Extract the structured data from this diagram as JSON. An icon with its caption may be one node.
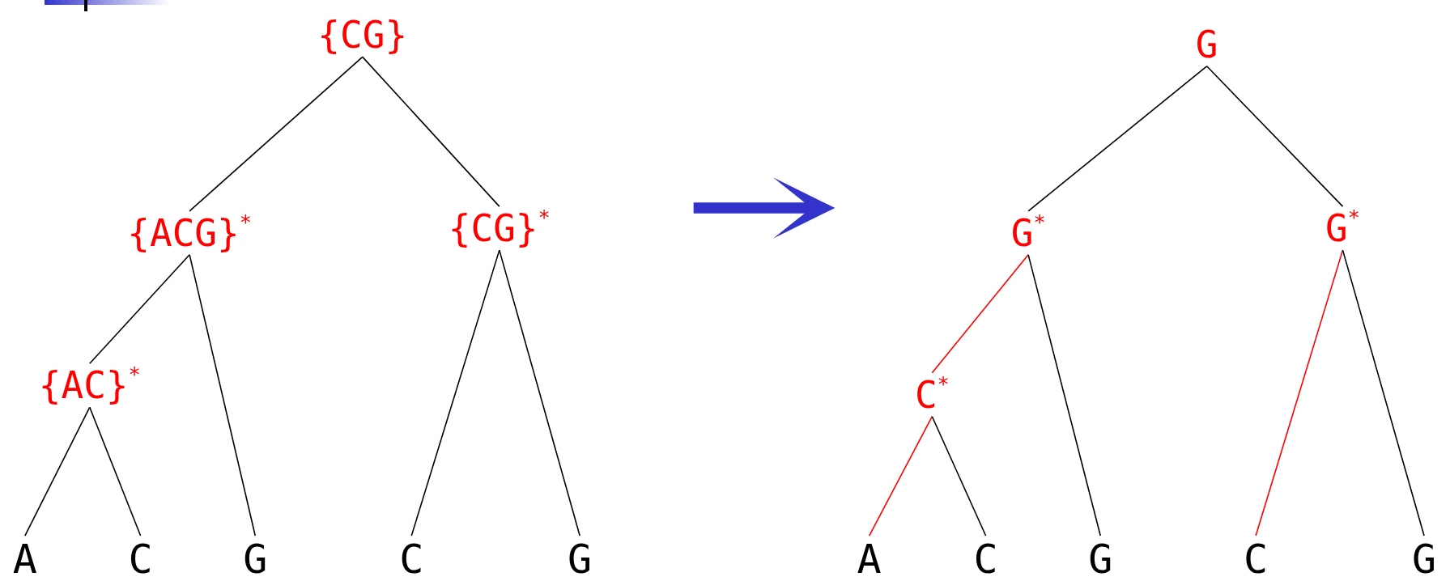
{
  "diagram": {
    "nodes": [
      {
        "text": [
          "{CG}"
        ]
      },
      {
        "text": [
          "{ACG}$^{*}$"
        ]
      },
      {
        "text": [
          "{CG}$^{*}$"
        ]
      },
      {
        "text": [
          "{AC}$^{*}$"
        ]
      },
      {
        "text": [
          "A"
        ]
      },
      {
        "text": [
          "C"
        ]
      },
      {
        "text": [
          "G"
        ]
      },
      {
        "text": [
          "C"
        ]
      },
      {
        "text": [
          "G"
        ]
      },
      {
        "text": [
          "G"
        ]
      },
      {
        "text": [
          "G$^{*}$"
        ]
      },
      {
        "text": [
          "G$^{*}$"
        ]
      },
      {
        "text": [
          "C$^{*}$"
        ]
      },
      {
        "text": [
          "A"
        ]
      },
      {
        "text": [
          "C"
        ]
      },
      {
        "text": [
          "G"
        ]
      },
      {
        "text": [
          "C"
        ]
      },
      {
        "text": [
          "G"
        ]
      }
    ],
    "edges": [
      {
        "from": 0,
        "to": 1,
        "arrow": "none"
      },
      {
        "from": 0,
        "to": 2,
        "arrow": "none"
      },
      {
        "from": 1,
        "to": 3,
        "arrow": "none"
      },
      {
        "from": 1,
        "to": 6,
        "arrow": "none"
      },
      {
        "from": 2,
        "to": 7,
        "arrow": "none"
      },
      {
        "from": 2,
        "to": 8,
        "arrow": "none"
      },
      {
        "from": 3,
        "to": 4,
        "arrow": "none"
      },
      {
        "from": 3,
        "to": 5,
        "arrow": "none"
      },
      {
        "from": 9,
        "to": 10,
        "arrow": "none"
      },
      {
        "from": 9,
        "to": 11,
        "arrow": "none"
      },
      {
        "from": 10,
        "to": 12,
        "arrow": "none",
        "color": "#ff0000"
      },
      {
        "from": 10,
        "to": 15,
        "arrow": "none"
      },
      {
        "from": 11,
        "to": 16,
        "arrow": "none",
        "color": "#ff0000"
      },
      {
        "from": 11,
        "to": 17,
        "arrow": "none"
      },
      {
        "from": 12,
        "to": 13,
        "arrow": "none",
        "color": "#ff0000"
      },
      {
        "from": 12,
        "to": 14,
        "arrow": "none"
      }
    ]
  }
}
